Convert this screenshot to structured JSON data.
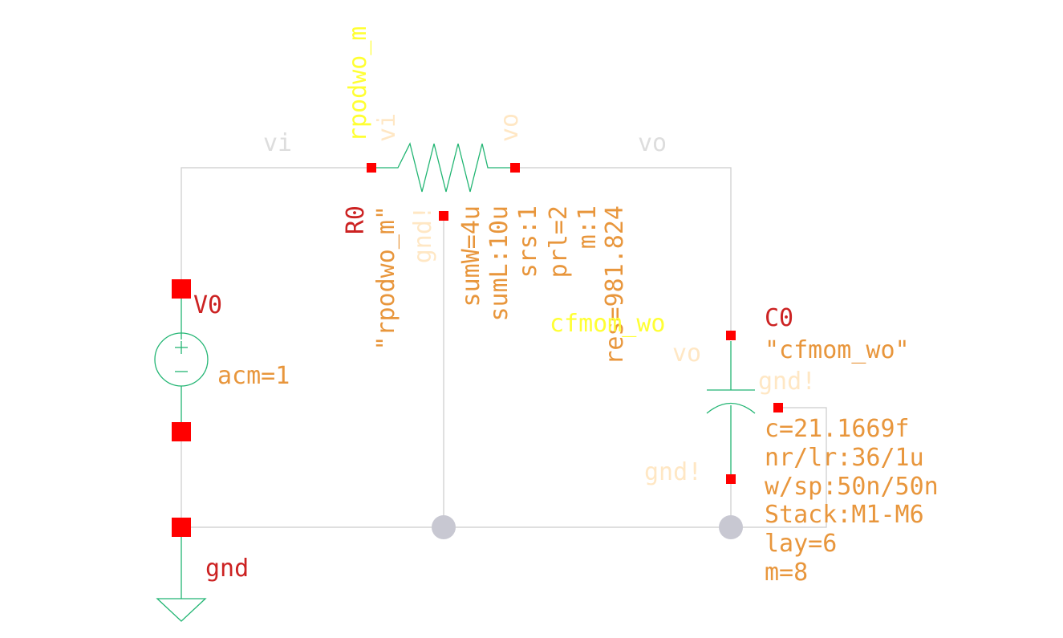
{
  "colors": {
    "background": "#ffffff",
    "wire": "#cccccc",
    "symbol": "#22b573",
    "pin": "#ff0000",
    "instance_name": "#cc2222",
    "parameter": "#e8963c",
    "cell_name": "#ffff33",
    "terminal_label": "#ffe7c4",
    "net_label": "#dddddd",
    "junction": "#c8c8d2",
    "port_label": "#cc2222"
  },
  "nets": {
    "vi": "vi",
    "vo": "vo",
    "gnd": "gnd"
  },
  "resistor": {
    "instance": "R0",
    "model": "\"rpodwo_m\"",
    "cell": "rpodwo_m",
    "pin_plus": "vi",
    "pin_minus": "vo",
    "pin_body": "gnd!",
    "params": {
      "sumW": "sumW=4u",
      "sumL": "sumL:10u",
      "srs": "srs:1",
      "prl": "prl=2",
      "m": "m:1",
      "res": "res=981.824"
    }
  },
  "vsource": {
    "instance": "V0",
    "param": "acm=1",
    "plus_icon": "plus-sign",
    "minus_icon": "minus-sign"
  },
  "capacitor": {
    "instance": "C0",
    "model": "\"cfmom_wo\"",
    "cell": "cfmom_wo",
    "pin_top": "vo",
    "pin_body": "gnd!",
    "pin_bottom": "gnd!",
    "params": {
      "c": "c=21.1669f",
      "nrlr": "nr/lr:36/1u",
      "wsp": "w/sp:50n/50n",
      "stack": "Stack:M1-M6",
      "lay": "lay=6",
      "m": "m=8"
    }
  },
  "ground": {
    "label": "gnd",
    "icon": "ground-symbol"
  }
}
